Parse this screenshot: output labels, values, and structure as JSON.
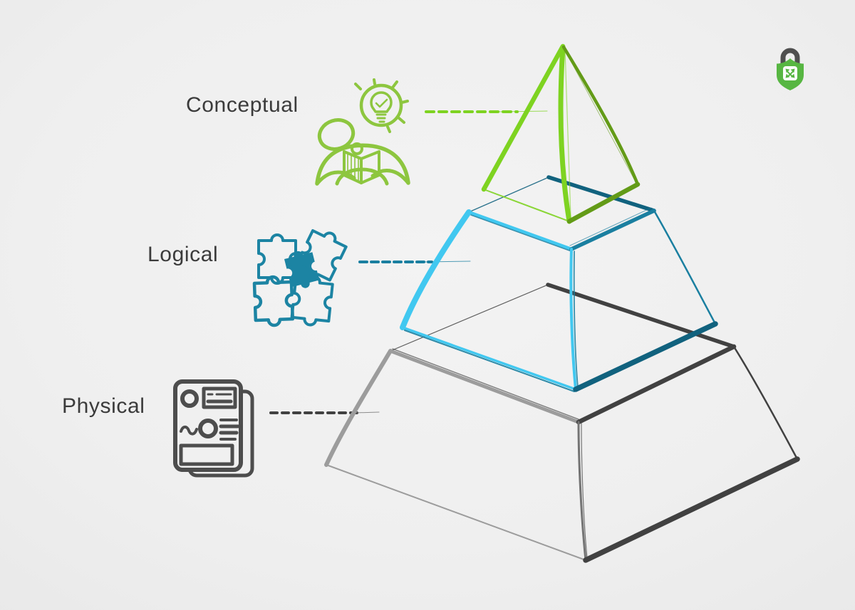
{
  "meta": {
    "description": "Three-level data model pyramid diagram (Conceptual / Logical / Physical)",
    "background": "#efefef"
  },
  "levels": [
    {
      "id": "conceptual",
      "label": "Conceptual",
      "icon": "thinker-idea-icon"
    },
    {
      "id": "logical",
      "label": "Logical",
      "icon": "puzzle-pieces-icon"
    },
    {
      "id": "physical",
      "label": "Physical",
      "icon": "document-stack-icon"
    }
  ],
  "logo": {
    "name": "shield-padlock-logo"
  },
  "colors": {
    "green-bright": "#7ed321",
    "green-dark": "#639b17",
    "green-icon": "#8dc63f",
    "cyan-bright": "#41c8f0",
    "teal-dark": "#1a7fa0",
    "teal-deep": "#11627e",
    "teal-icon": "#1c84a3",
    "gray-light": "#9c9c9c",
    "gray-mid": "#747474",
    "gray-dark": "#414141",
    "gray-icon": "#4d4d4d",
    "text": "#3b3b3b",
    "logo-green": "#57b642",
    "logo-gray": "#4f4f4f",
    "paper-fill": "#f0f0f0"
  }
}
